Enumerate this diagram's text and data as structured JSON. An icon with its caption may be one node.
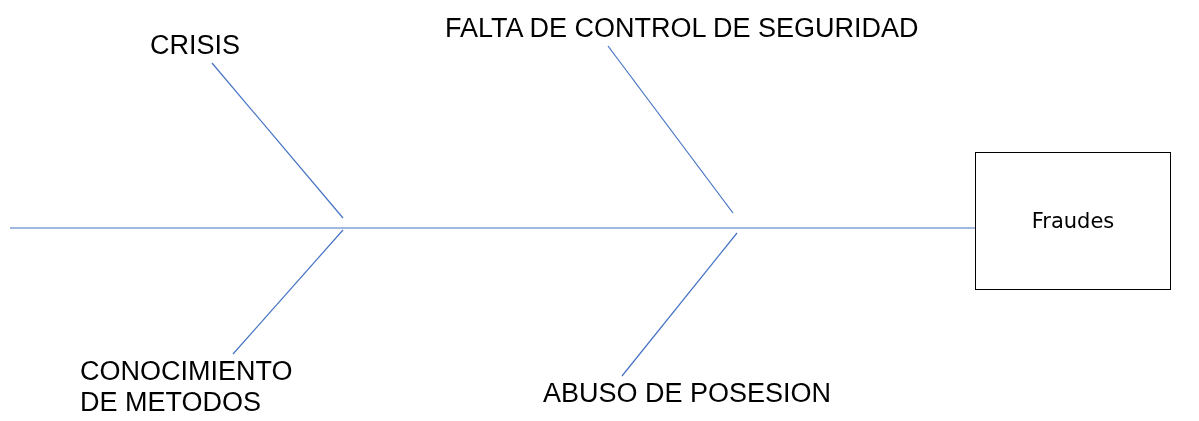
{
  "diagram": {
    "nodes": [
      {
        "text": [
          "CRISIS"
        ]
      },
      {
        "text": [
          "FALTA DE CONTROL DE SEGURIDAD"
        ]
      },
      {
        "text": [
          "Fraudes"
        ]
      },
      {
        "text": [
          "CONOCIMIENTO DE METODOS"
        ]
      },
      {
        "text": [
          "ABUSO DE POSESION"
        ]
      }
    ],
    "edges": [
      {
        "from": null,
        "to": 2,
        "arrow": "none"
      },
      {
        "from": 0,
        "to": null,
        "arrow": "none"
      },
      {
        "from": 1,
        "to": null,
        "arrow": "none"
      },
      {
        "from": 3,
        "to": null,
        "arrow": "none"
      },
      {
        "from": 4,
        "to": null,
        "arrow": "none"
      }
    ]
  }
}
